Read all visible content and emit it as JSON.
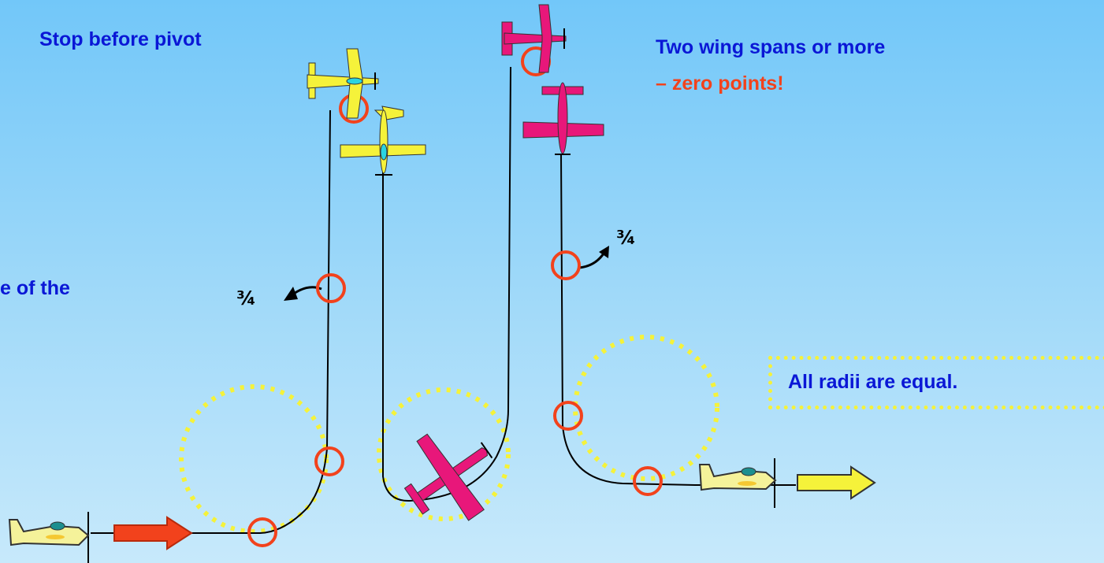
{
  "slide": {
    "stop_before_pivot": "Stop before pivot",
    "wing_spans_line1": "Two wing spans or more",
    "wing_spans_dash": "–",
    "wing_spans_zero": "zero points!",
    "partial_label": "e of the",
    "all_radii": "All radii are equal.",
    "three_quarter_left": "¾",
    "three_quarter_right": "¾"
  },
  "colors": {
    "background_top": "#72c7f9",
    "background_bottom": "#c7e9fb",
    "text_blue": "#0a17d6",
    "text_red": "#f2421c",
    "marker_circle": "#f2421c",
    "dotted_circle": "#f5f23a",
    "yellow_plane": "#f5f23a",
    "pink_plane": "#e8177a",
    "entry_arrow": "#f2421c",
    "exit_arrow": "#f5f23a"
  }
}
